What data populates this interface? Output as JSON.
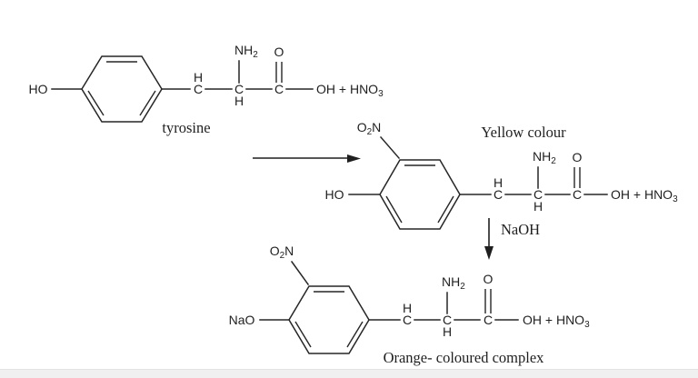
{
  "colors": {
    "ink": "#262626",
    "background": "#ffffff",
    "footer_bar": "#f0f0f0"
  },
  "structures": {
    "tyrosine": {
      "caption": "tyrosine",
      "substituent": "HO",
      "carbon": "C",
      "hydrogen": "H",
      "amine": {
        "base": "NH",
        "sub": "2"
      },
      "carbonyl_oxygen": "O",
      "tail": {
        "base": "OH + HNO",
        "sub": "3"
      }
    },
    "yellow": {
      "caption": "Yellow colour",
      "substituent": "HO",
      "nitro": {
        "o": "O",
        "sub": "2",
        "n": "N"
      },
      "carbon": "C",
      "hydrogen": "H",
      "amine": {
        "base": "NH",
        "sub": "2"
      },
      "carbonyl_oxygen": "O",
      "tail": {
        "base": "OH + HNO",
        "sub": "3"
      }
    },
    "orange": {
      "caption": "Orange- coloured complex",
      "substituent": "NaO",
      "nitro": {
        "o": "O",
        "sub": "2",
        "n": "N"
      },
      "carbon": "C",
      "hydrogen": "H",
      "amine": {
        "base": "NH",
        "sub": "2"
      },
      "carbonyl_oxygen": "O",
      "tail": {
        "base": "OH + HNO",
        "sub": "3"
      }
    }
  },
  "reagents": {
    "step2": "NaOH"
  }
}
